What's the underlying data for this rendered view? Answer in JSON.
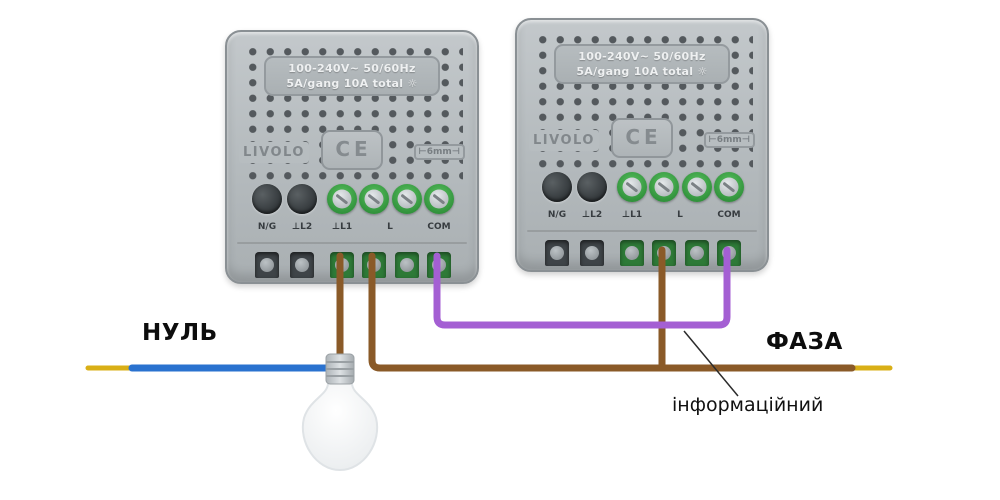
{
  "module": {
    "rating_line1": "100-240V~ 50/60Hz",
    "rating_line2": "5A/gang 10A total",
    "brand": "LIVOLO",
    "ce_mark": "CE",
    "wire_gauge": "⊢6mm⊣",
    "terminals": [
      "N/G",
      "⊥L2",
      "⊥L1",
      "L",
      "COM"
    ]
  },
  "labels": {
    "neutral": "НУЛЬ",
    "phase": "ФАЗА",
    "info": "інформаційний"
  },
  "icons": {
    "brightness": "☼"
  },
  "colors": {
    "neutral_wire": "#2a72cf",
    "phase_wire": "#8a5a28",
    "info_wire": "#a45fd3",
    "bare_wire_tip": "#d9af16",
    "terminal_green_outer": "#3fae49",
    "terminal_green_inner": "#2f8f3a",
    "module_body": "#b7bdc0"
  }
}
